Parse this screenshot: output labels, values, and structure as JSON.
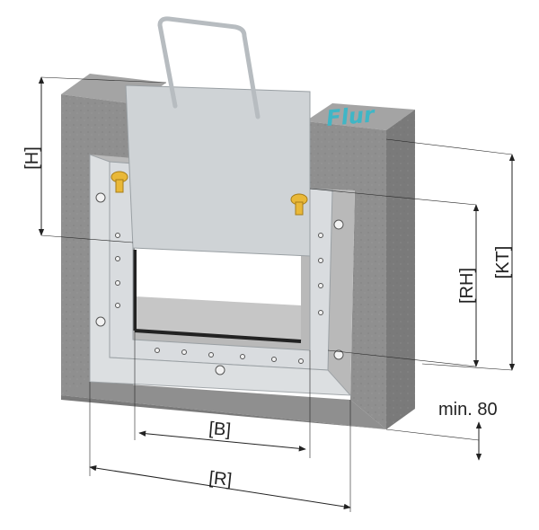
{
  "floor_label": "Flur",
  "dimensions": {
    "h": "[H]",
    "b": "[B]",
    "r": "[R]",
    "rh": "[RH]",
    "kt": "[KT]",
    "min": "min. 80"
  },
  "colors": {
    "concrete": "#8f8f8f",
    "concrete_dark": "#7a7a7a",
    "concrete_light": "#a4a4a4",
    "plate": "#cfd3d6",
    "frame": "#d9dcdf",
    "floor_text": "#3fb6c6",
    "wing_nut": "#e9b838"
  }
}
